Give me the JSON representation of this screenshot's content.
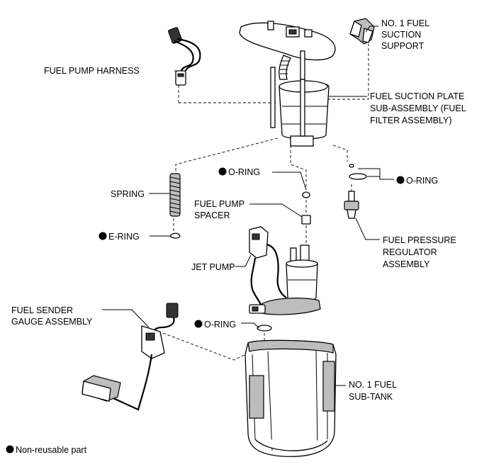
{
  "labels": {
    "fuel_suction_support": [
      "NO. 1 FUEL",
      "SUCTION",
      "SUPPORT"
    ],
    "fuel_pump_harness": "FUEL PUMP HARNESS",
    "fuel_suction_plate": [
      "FUEL SUCTION PLATE",
      "SUB-ASSEMBLY (FUEL",
      "FILTER ASSEMBLY)"
    ],
    "o_ring_upper": "O-RING",
    "o_ring_right": "O-RING",
    "spring": "SPRING",
    "fuel_pump_spacer": [
      "FUEL PUMP",
      "SPACER"
    ],
    "e_ring": "E-RING",
    "fuel_pressure_regulator": [
      "FUEL PRESSURE",
      "REGULATOR",
      "ASSEMBLY"
    ],
    "jet_pump": "JET PUMP",
    "fuel_sender_gauge": [
      "FUEL SENDER",
      "GAUGE ASSEMBLY"
    ],
    "o_ring_lower": "O-RING",
    "fuel_sub_tank": [
      "NO. 1 FUEL",
      "SUB-TANK"
    ]
  },
  "legend": {
    "marker_icon": "filled-circle",
    "text": "Non-reusable part"
  }
}
